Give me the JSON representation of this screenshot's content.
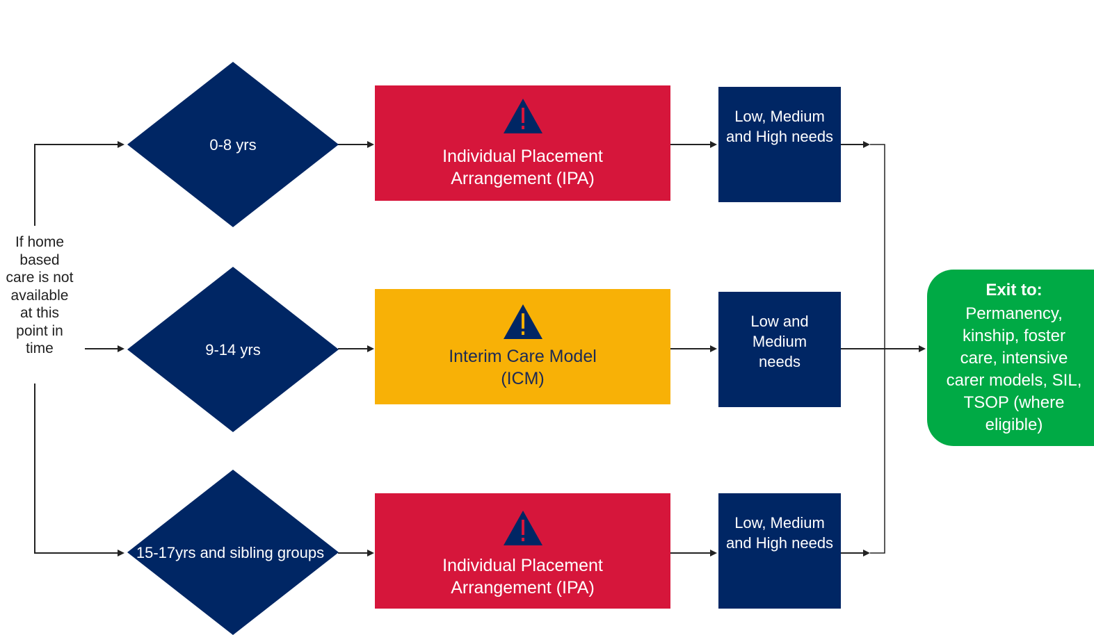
{
  "start": {
    "label": "If home based care is not available at this point in time"
  },
  "age_groups": [
    {
      "label": "0-8 yrs"
    },
    {
      "label": "9-14 yrs"
    },
    {
      "label": "15-17yrs and sibling groups"
    }
  ],
  "models": [
    {
      "label": "Individual Placement Arrangement (IPA)",
      "color": "#d6163b",
      "icon": "warning-icon"
    },
    {
      "label": "Interim Care Model (ICM)",
      "color": "#f8b106",
      "icon": "warning-icon"
    },
    {
      "label": "Individual Placement Arrangement (IPA)",
      "color": "#d6163b",
      "icon": "warning-icon"
    }
  ],
  "needs": [
    {
      "label": "Low, Medium and High needs"
    },
    {
      "label": "Low and Medium needs"
    },
    {
      "label": "Low, Medium and High needs"
    }
  ],
  "exit": {
    "title": "Exit to:",
    "body": "Permanency, kinship, foster care, intensive carer models, SIL, TSOP (where eligible)",
    "color": "#00aa45"
  },
  "colors": {
    "navy": "#002664",
    "red": "#d6163b",
    "amber": "#f8b106",
    "green": "#00aa45",
    "line": "#222222"
  }
}
